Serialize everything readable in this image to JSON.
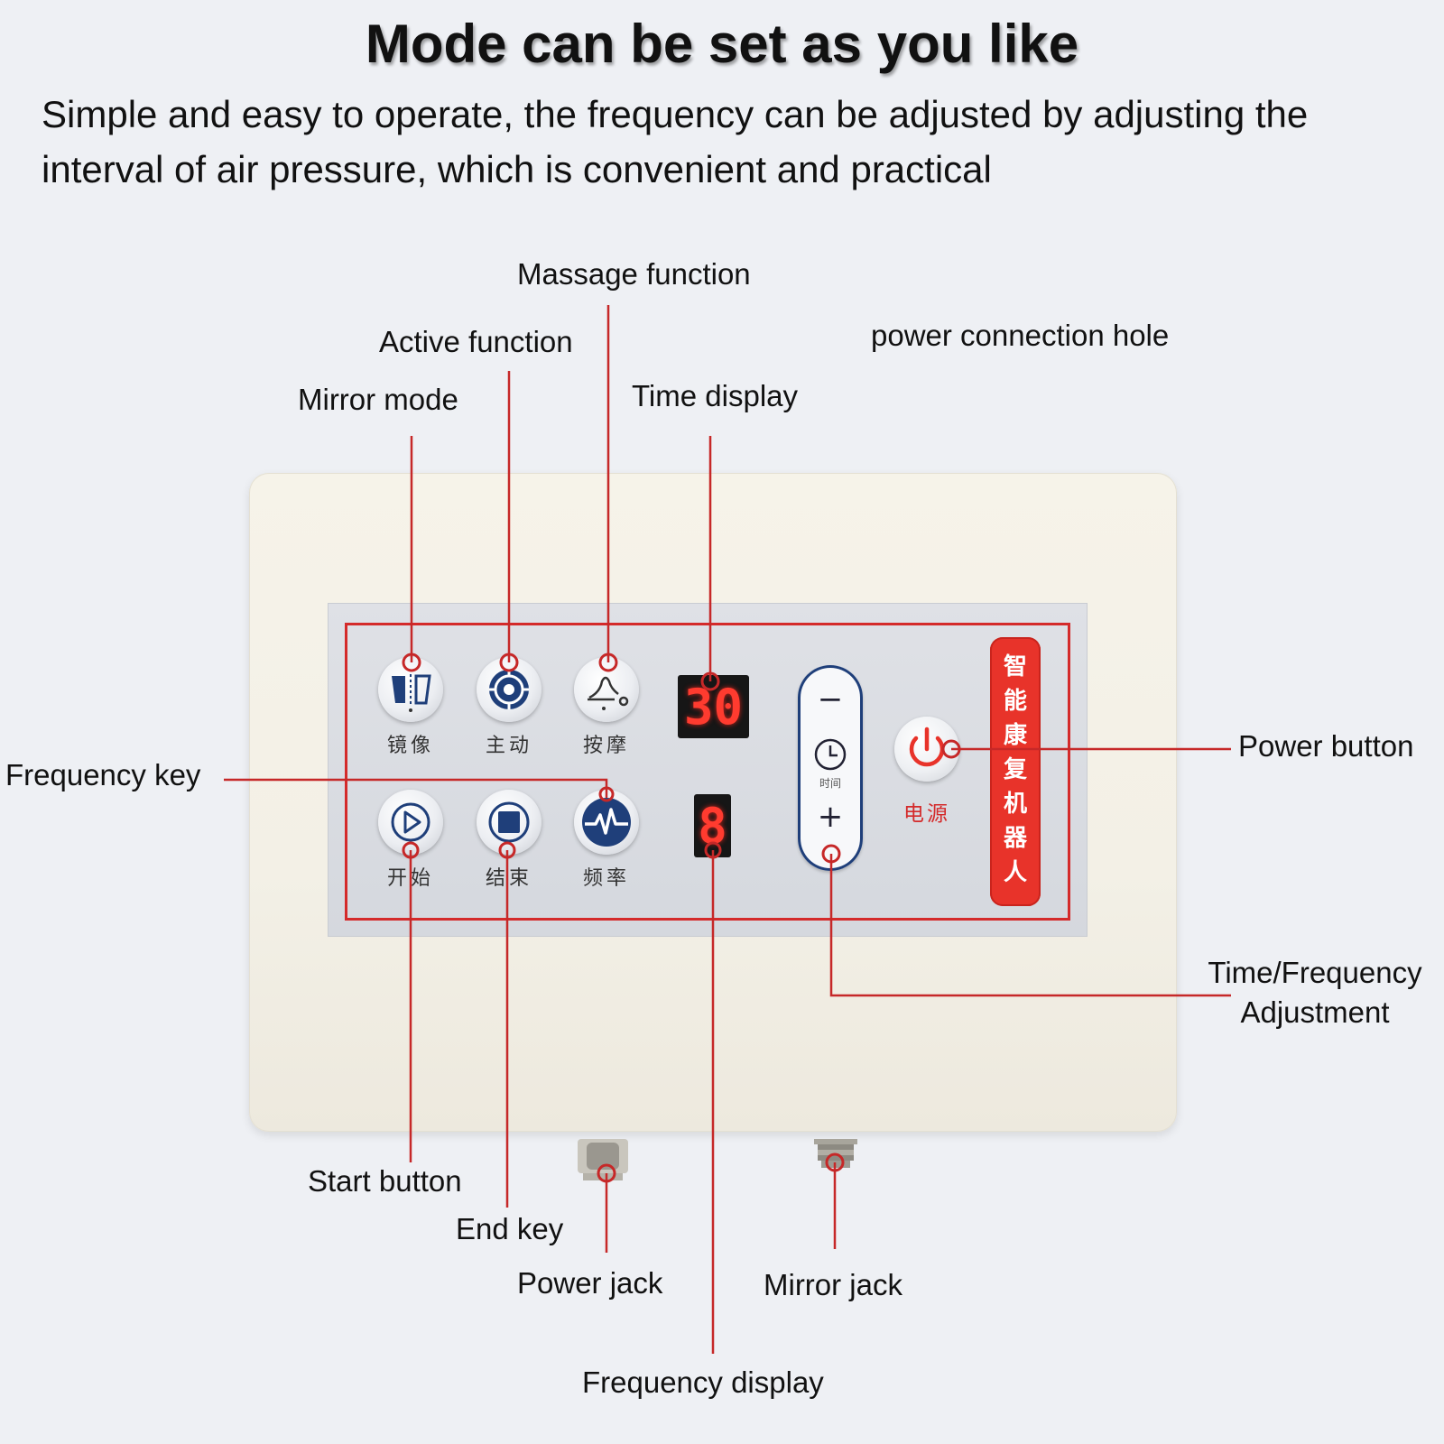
{
  "headline": "Mode can be set as you like",
  "subtitle": "Simple and easy to operate, the frequency can be adjusted by adjusting the interval of air pressure, which is convenient and practical",
  "labels": {
    "massage_function": "Massage function",
    "active_function": "Active function",
    "mirror_mode": "Mirror mode",
    "time_display": "Time display",
    "power_connection_hole": "power connection hole",
    "frequency_key": "Frequency key",
    "power_button": "Power button",
    "time_frequency_adjustment": "Time/Frequency Adjustment",
    "start_button": "Start button",
    "end_key": "End key",
    "power_jack": "Power jack",
    "mirror_jack": "Mirror jack",
    "frequency_display": "Frequency display"
  },
  "panel": {
    "buttons": {
      "mirror": "镜像",
      "active": "主动",
      "massage": "按摩",
      "start": "开始",
      "end": "结束",
      "frequency": "频率"
    },
    "time_display_value": "30",
    "frequency_display_value": "8",
    "adjust": {
      "minus": "−",
      "plus": "+",
      "time_label": "时间"
    },
    "power_label": "电源",
    "brand_chars": [
      "智",
      "能",
      "康",
      "复",
      "机",
      "器",
      "人"
    ]
  },
  "colors": {
    "callout_line": "#c62828",
    "panel_frame": "#d42a2a",
    "brand_strip": "#e8332a",
    "icon_blue": "#1f3f7a",
    "led_red": "#ff3b2f"
  }
}
